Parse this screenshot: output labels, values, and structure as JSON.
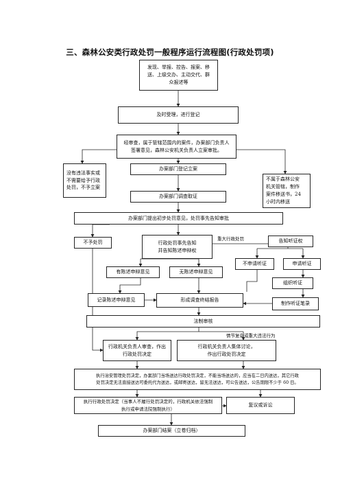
{
  "title": "三、森林公安类行政处罚一般程序运行流程图(行政处罚项)",
  "nodes": {
    "n1": "发现、举报、控告、报案、移\n送、上级交办、主动交代、群\n众报述等",
    "n2": "及时受理，进行登记",
    "n3": "经审查，属于管辖范围内的案件，办案部门负责人\n签署意见，森林公安机关负责人立案审批。",
    "n4": "没有违法事实或\n不需要给予行政\n处罚，不予立案",
    "n5": "办案部门登记立案",
    "n6": "不属于森林公安\n机关管辖，制作\n案件移送书，24\n小时内移送",
    "n7": "办案部门调查取证",
    "n8": "办案部门提出初步处罚意见，处罚事先告知审批",
    "n9": "不予处罚",
    "n10": "行政处罚事先告知\n并告知陈述申辩权",
    "n11": "告知听证权",
    "n12": "有陈述申辩意见",
    "n13": "无陈述申辩意见",
    "n14": "不申请听证",
    "n15": "申请听证",
    "n16": "组织听证",
    "n17": "记录陈述申辩意见",
    "n18": "形成调查终结报告",
    "n19": "制作听证笔录",
    "n20": "法制审核",
    "n21": "行政机关负责人审查，作出\n行政处罚决定",
    "n22": "行政机关负责人集体讨论，\n作出行政处罚决定",
    "n23": "执行治安管理处罚决定，办案部门当场送达行政处罚决定，不能当场送达的，应当在二日内送达，其它行政\n处罚决定无法直接送达可委托代为送达，或邮寄送达，留无法送达，可公告送达，公告期限不少于 60 日。",
    "n24": "执行行政处罚决定（当事人不履行处罚决定的，行政机关依法强制\n执行或申请法院强制执行）",
    "n25": "复议或诉讼",
    "n26": "办案部门结案（立卷归档）"
  },
  "edge_labels": {
    "major_case": "重大行政处罚",
    "complex_case": "情节复杂或重大违法行为"
  }
}
